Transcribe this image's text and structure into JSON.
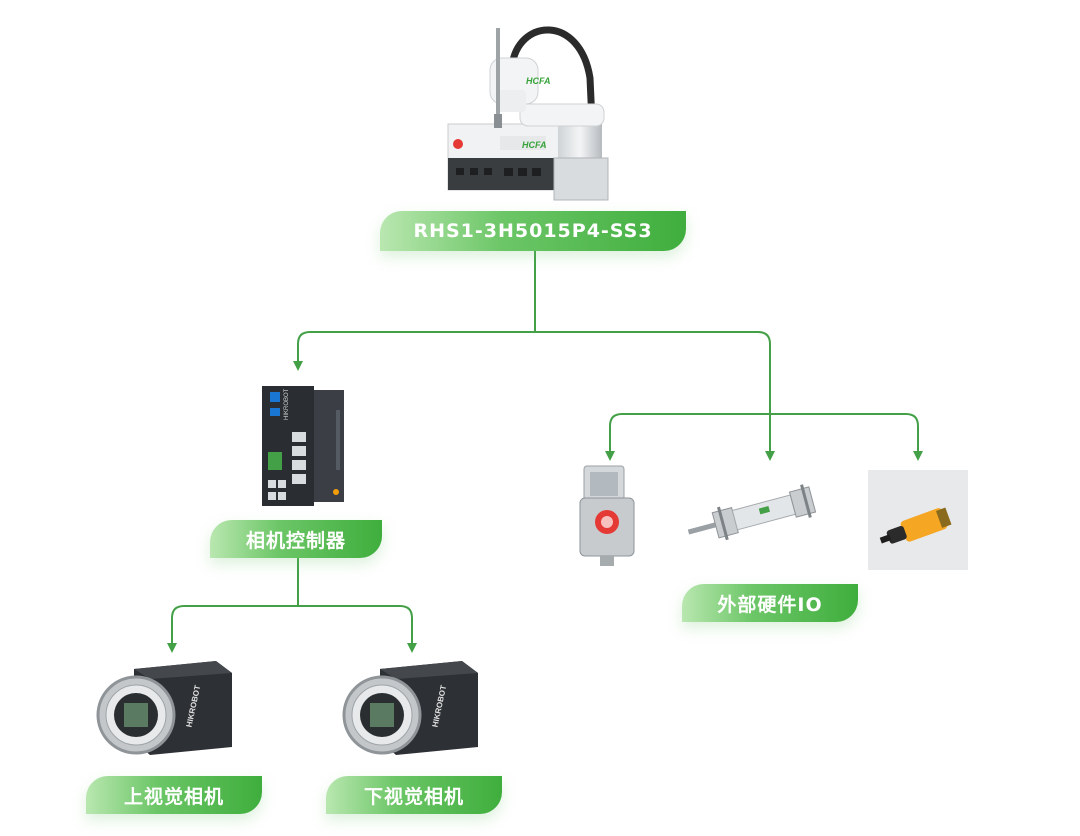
{
  "nodes": {
    "robot": {
      "label": "RHS1-3H5015P4-SS3",
      "brand": "HCFA"
    },
    "controller": {
      "label": "相机控制器",
      "brand": "HIKROBOT"
    },
    "upper_camera": {
      "label": "上视觉相机",
      "brand": "HIKROBOT"
    },
    "lower_camera": {
      "label": "下视觉相机",
      "brand": "HIKROBOT"
    },
    "external_io": {
      "label": "外部硬件IO"
    }
  },
  "icons": {
    "robot": "scara-robot-icon",
    "controller": "camera-controller-icon",
    "upper_camera": "industrial-camera-icon",
    "lower_camera": "industrial-camera-icon",
    "button_box": "emergency-button-box-icon",
    "cylinder": "pneumatic-cylinder-icon",
    "sensor": "photoelectric-sensor-icon"
  },
  "colors": {
    "accent": "#4caf50",
    "line": "#43a047"
  }
}
